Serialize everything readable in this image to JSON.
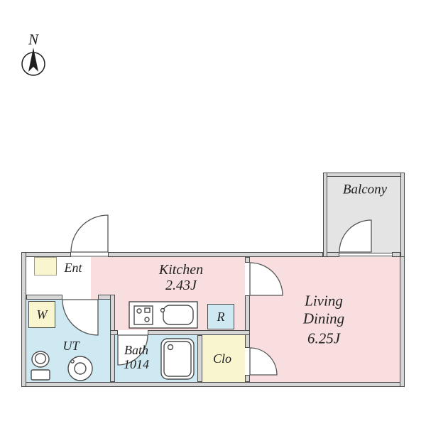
{
  "compass": {
    "north_label": "N"
  },
  "rooms": {
    "balcony": {
      "label": "Balcony"
    },
    "entrance": {
      "label": "Ent"
    },
    "kitchen": {
      "label": "Kitchen",
      "size": "2.43J"
    },
    "living_dining": {
      "label_line1": "Living",
      "label_line2": "Dining",
      "size": "6.25J"
    },
    "utility": {
      "label": "UT"
    },
    "bath": {
      "label": "Bath",
      "size": "1014"
    },
    "closet": {
      "label": "Clo"
    },
    "washer_space": {
      "label": "W"
    },
    "refrigerator_space": {
      "label": "R"
    }
  },
  "colors": {
    "room_pink": "#f8dede",
    "wet_area_blue": "#cfe9f2",
    "accent_yellow": "#f9f6cf",
    "balcony_gray": "#e4e4e4",
    "wall_fill": "#d6d6d6",
    "wall_line": "#4a4a4a",
    "text": "#1f1f1f"
  }
}
